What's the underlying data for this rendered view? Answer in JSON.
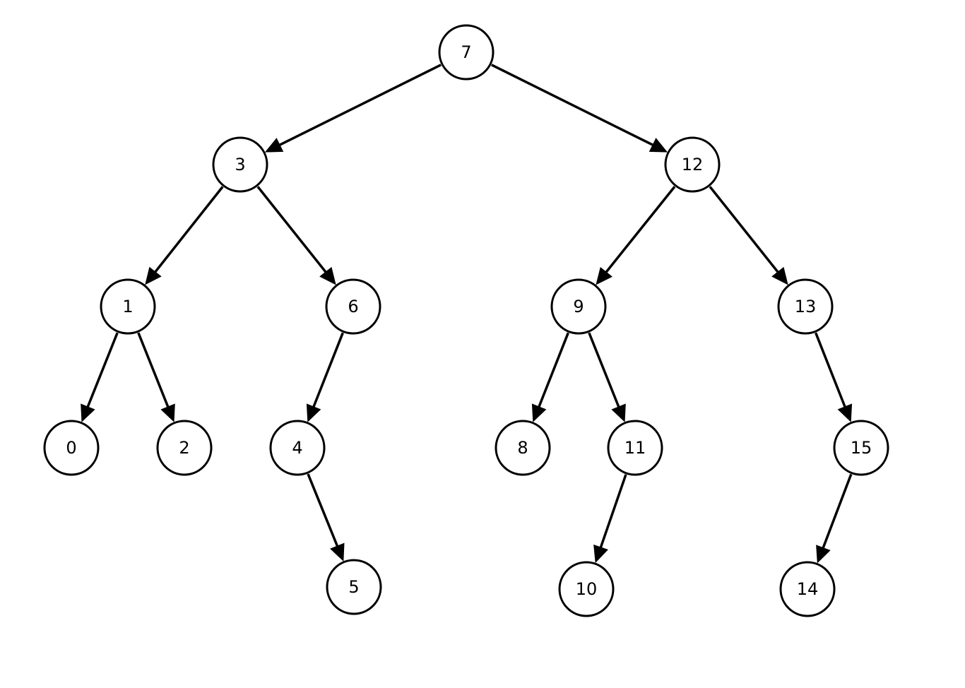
{
  "diagram": {
    "type": "binary-tree",
    "root": "7",
    "nodes": [
      {
        "id": "7",
        "label": "7"
      },
      {
        "id": "3",
        "label": "3"
      },
      {
        "id": "12",
        "label": "12"
      },
      {
        "id": "1",
        "label": "1"
      },
      {
        "id": "6",
        "label": "6"
      },
      {
        "id": "9",
        "label": "9"
      },
      {
        "id": "13",
        "label": "13"
      },
      {
        "id": "0",
        "label": "0"
      },
      {
        "id": "2",
        "label": "2"
      },
      {
        "id": "4",
        "label": "4"
      },
      {
        "id": "8",
        "label": "8"
      },
      {
        "id": "11",
        "label": "11"
      },
      {
        "id": "15",
        "label": "15"
      },
      {
        "id": "5",
        "label": "5"
      },
      {
        "id": "10",
        "label": "10"
      },
      {
        "id": "14",
        "label": "14"
      }
    ],
    "edges": [
      {
        "from": "7",
        "to": "3"
      },
      {
        "from": "7",
        "to": "12"
      },
      {
        "from": "3",
        "to": "1"
      },
      {
        "from": "3",
        "to": "6"
      },
      {
        "from": "12",
        "to": "9"
      },
      {
        "from": "12",
        "to": "13"
      },
      {
        "from": "1",
        "to": "0"
      },
      {
        "from": "1",
        "to": "2"
      },
      {
        "from": "6",
        "to": "4"
      },
      {
        "from": "9",
        "to": "8"
      },
      {
        "from": "9",
        "to": "11"
      },
      {
        "from": "13",
        "to": "15"
      },
      {
        "from": "4",
        "to": "5"
      },
      {
        "from": "11",
        "to": "10"
      },
      {
        "from": "15",
        "to": "14"
      }
    ],
    "colors": {
      "stroke": "#000000",
      "fill": "#ffffff",
      "text": "#000000"
    }
  }
}
